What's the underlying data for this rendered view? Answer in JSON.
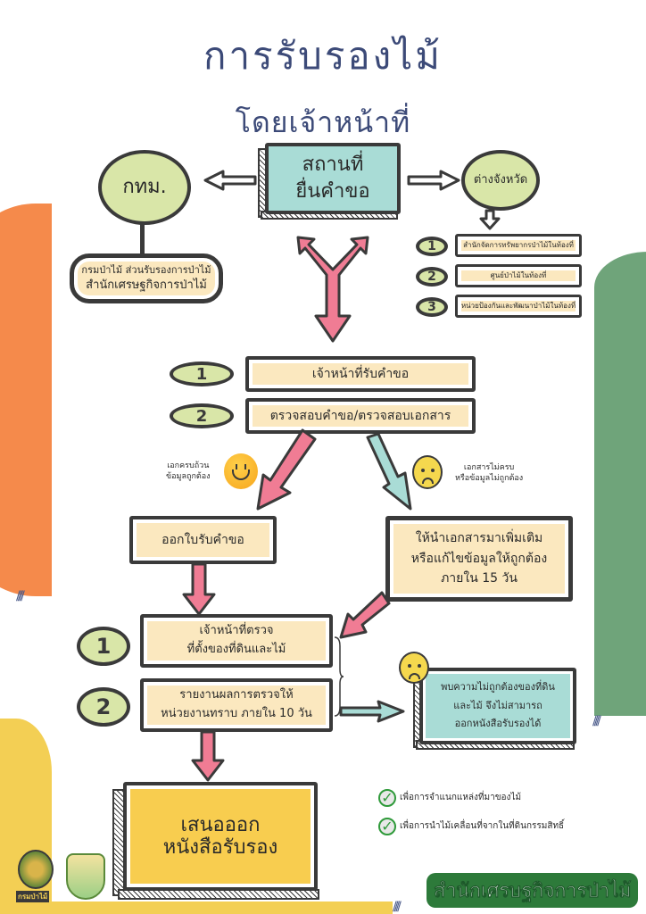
{
  "title": {
    "main": "การรับรองไม้",
    "sub": "โดยเจ้าหน้าที่"
  },
  "submission_place": {
    "label_line1": "สถานที่",
    "label_line2": "ยื่นคำขอ"
  },
  "bangkok": {
    "label": "กทม.",
    "office_line1": "กรมป่าไม้ ส่วนรับรองการป่าไม้",
    "office_line2": "สำนักเศรษฐกิจการป่าไม้"
  },
  "provinces": {
    "label": "ต่างจังหวัด",
    "offices": [
      {
        "number": "1",
        "label": "สำนักจัดการทรัพยากรป่าไม้ในท้องที่"
      },
      {
        "number": "2",
        "label": "ศูนย์ป่าไม้ในท้องที่"
      },
      {
        "number": "3",
        "label": "หน่วยป้องกันและพัฒนาป่าไม้ในท้องที่"
      }
    ]
  },
  "intake_steps": [
    {
      "number": "1",
      "label": "เจ้าหน้าที่รับคำขอ"
    },
    {
      "number": "2",
      "label": "ตรวจสอบคำขอ/ตรวจสอบเอกสาร"
    }
  ],
  "branch_ok": {
    "line1": "เอกครบถ้วน",
    "line2": "ข้อมูลถูกต้อง",
    "face": "happy-face"
  },
  "branch_fail": {
    "line1": "เอกสารไม่ครบ",
    "line2": "หรือข้อมูลไม่ถูกต้อง",
    "face": "sad-face"
  },
  "issue_receipt": "ออกใบรับคำขอ",
  "resubmit": {
    "line1": "ให้นำเอกสารมาเพิ่มเติม",
    "line2": "หรือแก้ไขข้อมูลให้ถูกต้อง",
    "line3": "ภายใน 15 วัน"
  },
  "inspection_steps": [
    {
      "number": "1",
      "line1": "เจ้าหน้าที่ตรวจ",
      "line2": "ที่ตั้งของที่ดินและไม้"
    },
    {
      "number": "2",
      "line1": "รายงานผลการตรวจให้",
      "line2": "หน่วยงานทราบ ภายใน 10 วัน"
    }
  ],
  "rejection": {
    "line1": "พบความไม่ถูกต้องของที่ดิน",
    "line2": "และไม้ จึงไม่สามารถ",
    "line3": "ออกหนังสือรับรองได้"
  },
  "final": {
    "line1": "เสนอออก",
    "line2": "หนังสือรับรอง"
  },
  "purposes": [
    "เพื่อการจำแนกแหล่งที่มาของไม้",
    "เพื่อการนำไม้เคลื่อนที่จากในที่ดินกรรมสิทธิ์"
  ],
  "footer": {
    "org_name": "สำนักเศรษฐกิจการป่าไม้",
    "logo1_caption": "กรมป่าไม้"
  },
  "colors": {
    "title": "#3c4a78",
    "pink_arrow": "#f07c94",
    "teal": "#a9dcd6",
    "beige": "#fbe8bf",
    "yellow": "#f8cd4f",
    "green_circle": "#d9e6a8",
    "orange_bg": "#f58a4b",
    "green_bg": "#6fa47a",
    "footer_green": "#2d7a3a"
  }
}
